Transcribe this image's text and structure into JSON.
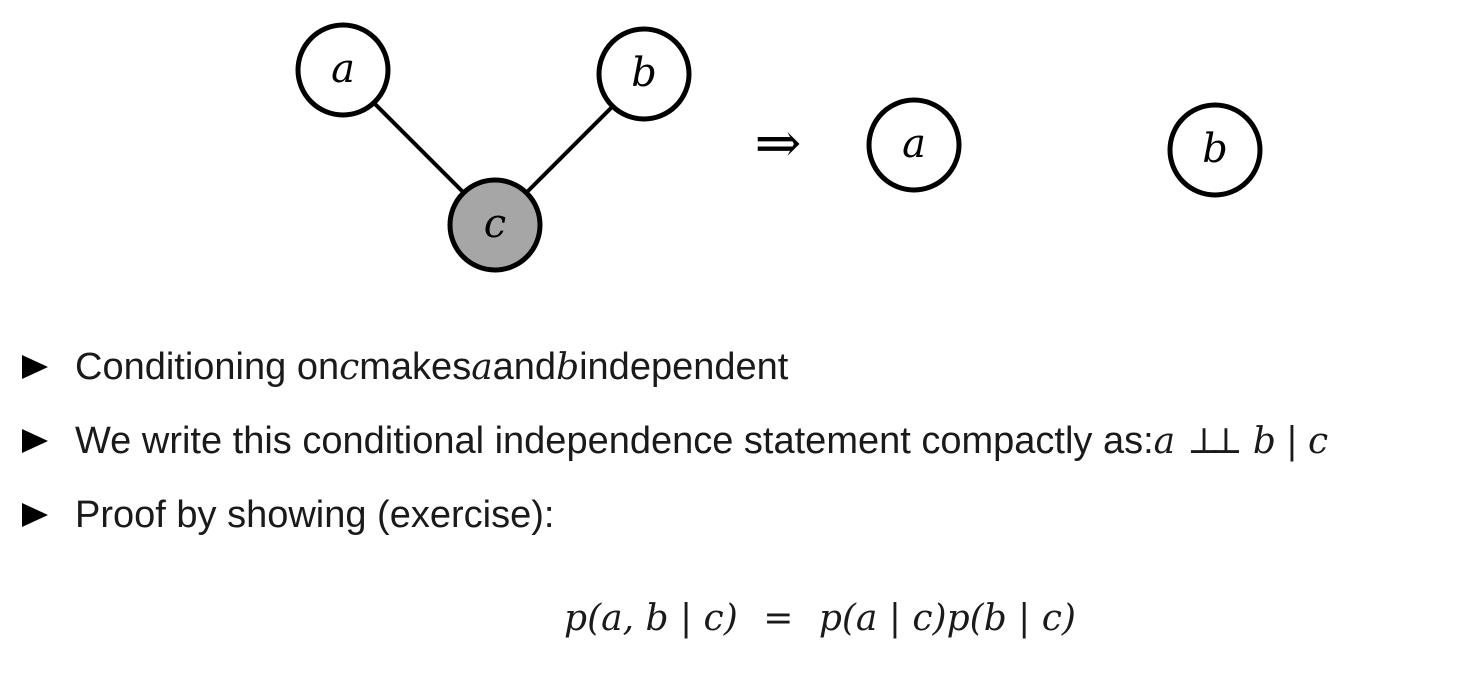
{
  "diagram": {
    "left": {
      "nodes": [
        {
          "id": "a",
          "label": "a",
          "observed": false
        },
        {
          "id": "b",
          "label": "b",
          "observed": false
        },
        {
          "id": "c",
          "label": "c",
          "observed": true
        }
      ],
      "edges": [
        [
          "a",
          "c"
        ],
        [
          "b",
          "c"
        ]
      ]
    },
    "implies_symbol": "⇒",
    "right": {
      "nodes": [
        {
          "id": "a",
          "label": "a",
          "observed": false
        },
        {
          "id": "b",
          "label": "b",
          "observed": false
        }
      ]
    },
    "colors": {
      "observed_fill": "#a6a6a6",
      "unobserved_fill": "#ffffff",
      "stroke": "#000000"
    }
  },
  "bullets": [
    {
      "pre": "Conditioning on ",
      "var1": "c",
      "mid1": " makes ",
      "var2": "a",
      "mid2": " and ",
      "var3": "b",
      "post": " independent"
    },
    {
      "text": "We write this conditional independence statement compactly as: ",
      "math_a": "a",
      "indep": "⊥⊥",
      "math_b": "b",
      "bar": "|",
      "math_c": "c"
    },
    {
      "text": "Proof by showing (exercise):"
    }
  ],
  "equation": {
    "lhs": "p(a, b | c)",
    "equals": "=",
    "rhs": "p(a | c)p(b | c)"
  }
}
